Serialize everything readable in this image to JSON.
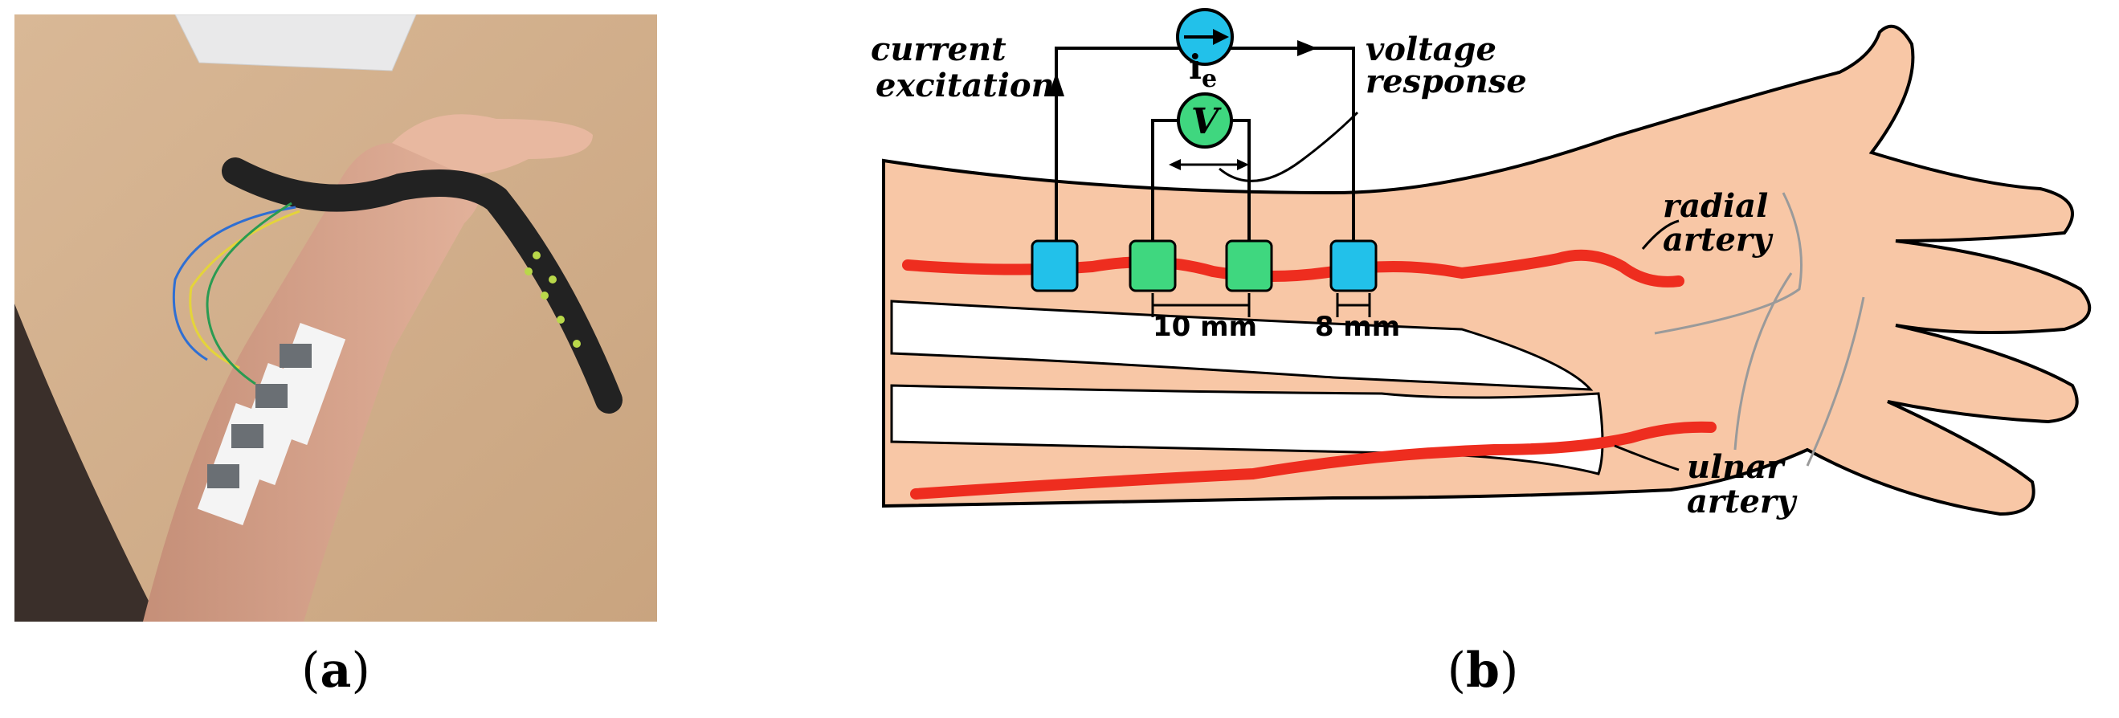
{
  "panel_a": {
    "caption_open": "(",
    "caption_letter": "a",
    "caption_close": ")"
  },
  "panel_b": {
    "caption_open": "(",
    "caption_letter": "b",
    "caption_close": ")",
    "labels": {
      "current_line1": "current",
      "current_line2": "excitation",
      "ie_main": "i",
      "ie_sub": "e",
      "voltmeter": "V",
      "voltage_line1": "voltage",
      "voltage_line2": "response",
      "radial_line1": "radial",
      "radial_line2": "artery",
      "ulnar_line1": "ulnar",
      "ulnar_line2": "artery",
      "spacing_inner": "10 mm",
      "spacing_outer": "8 mm"
    }
  },
  "colors": {
    "skin": "#f8c7a6",
    "artery": "#ee2d1f",
    "current_electrode": "#22c1ea",
    "voltage_electrode": "#3fd77f",
    "outline": "#000000",
    "crease": "#9a9a9a"
  }
}
